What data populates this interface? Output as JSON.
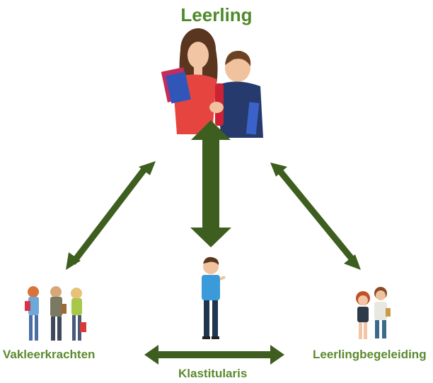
{
  "diagram": {
    "title": "Leerling",
    "nodes": {
      "left": "Vakleerkrachten",
      "bottom": "Klastitularis",
      "right": "Leerlingbegeleiding"
    }
  },
  "colors": {
    "arrow": "#3d5e1e",
    "label": "#5a8a2e"
  },
  "icons": [
    "students-photo",
    "teachers-group-icon",
    "class-teacher-icon",
    "counselors-icon"
  ]
}
